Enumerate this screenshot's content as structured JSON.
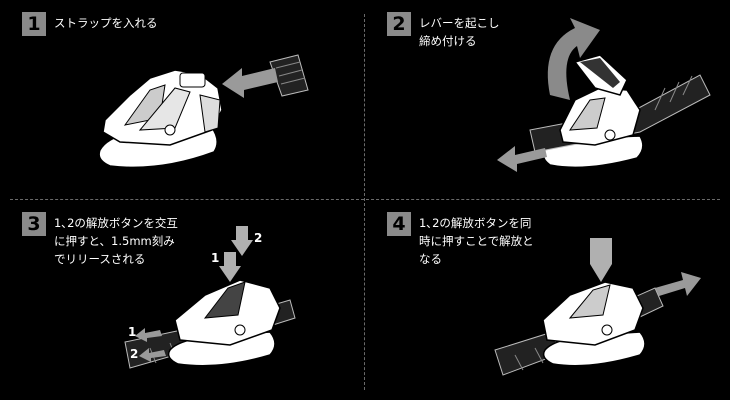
{
  "steps": [
    {
      "number": "1",
      "lines": [
        "ストラップを入れる"
      ]
    },
    {
      "number": "2",
      "lines": [
        "レバーを起こし",
        "締め付ける"
      ]
    },
    {
      "number": "3",
      "lines": [
        "1､2の解放ボタンを交互",
        "に押すと、1.5mm刻み",
        "でリリースされる"
      ],
      "labels": [
        "1",
        "2",
        "1",
        "2"
      ]
    },
    {
      "number": "4",
      "lines": [
        "1､2の解放ボタンを同",
        "時に押すことで解放と",
        "なる"
      ]
    }
  ]
}
